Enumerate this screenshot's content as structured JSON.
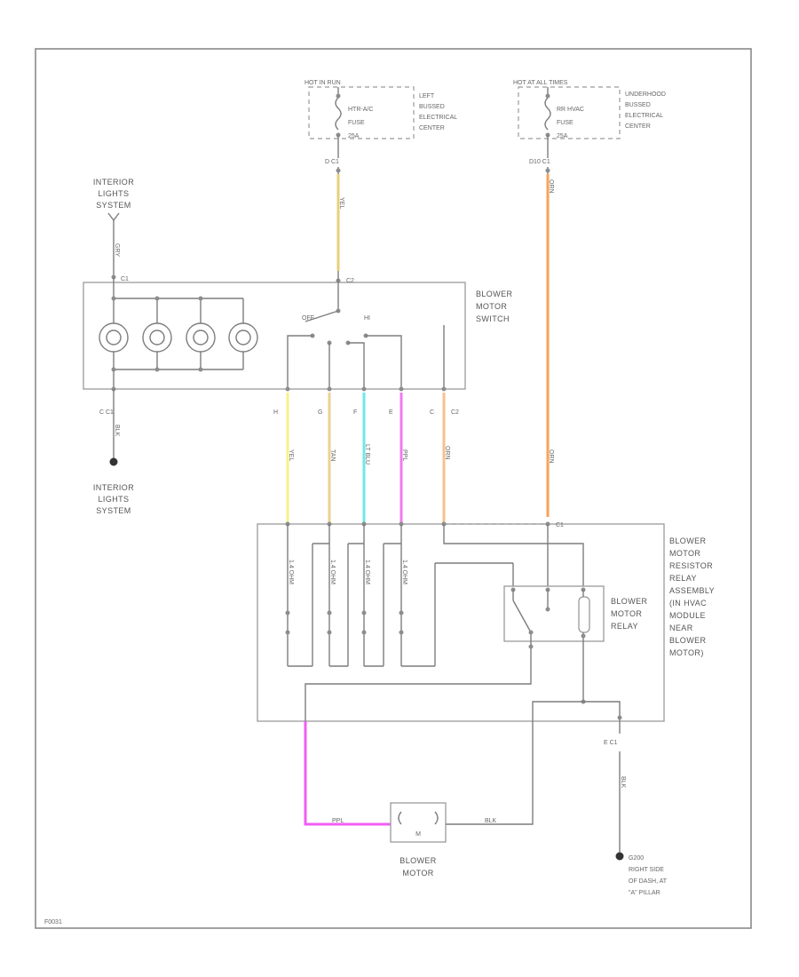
{
  "figure_id": "F0031",
  "fuses": {
    "left": {
      "header": "HOT IN RUN",
      "fuse_name": "HTR-A/C",
      "fuse_word": "FUSE",
      "rating": "25A",
      "panel_lines": [
        "LEFT",
        "BUSSED",
        "ELECTRICAL",
        "CENTER"
      ],
      "connector": "D  C1",
      "wire_label": "YEL",
      "wire_color": "#e8cf7c"
    },
    "right": {
      "header": "HOT AT ALL TIMES",
      "fuse_name": "RR HVAC",
      "fuse_word": "FUSE",
      "rating": "25A",
      "panel_lines": [
        "UNDERHOOD",
        "BUSSED",
        "ELECTRICAL",
        "CENTER"
      ],
      "connector": "D10  C1",
      "wire_label": "ORN",
      "wire_color": "#f8a256"
    }
  },
  "interior_top": {
    "lines": [
      "INTERIOR",
      "LIGHTS",
      "SYSTEM"
    ],
    "wire_label": "GRY",
    "pin": "C1"
  },
  "interior_bottom": {
    "lines": [
      "INTERIOR",
      "LIGHTS",
      "SYSTEM"
    ],
    "connector": "C  C1",
    "wire_label": "BLK"
  },
  "switch": {
    "lines": [
      "BLOWER",
      "MOTOR",
      "SWITCH"
    ],
    "pin_top": "C2",
    "off_label": "OFF",
    "hi_label": "HI",
    "connector": "C2"
  },
  "switch_wires": [
    {
      "pin": "H",
      "label": "YEL",
      "color": "#f7f28e"
    },
    {
      "pin": "G",
      "label": "TAN",
      "color": "#ecd193"
    },
    {
      "pin": "F",
      "label": "LT BLU",
      "color": "#6fe6ec"
    },
    {
      "pin": "E",
      "label": "PPL",
      "color": "#f07bf1"
    },
    {
      "pin": "C",
      "label": "ORN",
      "color": "#f8c08c"
    }
  ],
  "resistor_assembly": {
    "lines": [
      "BLOWER",
      "MOTOR",
      "RESISTOR",
      "RELAY",
      "ASSEMBLY",
      "(IN HVAC",
      "MODULE",
      "NEAR",
      "BLOWER",
      "MOTOR)"
    ],
    "connector": "C1",
    "resistor_label": "1.4 OHM"
  },
  "relay": {
    "lines": [
      "BLOWER",
      "MOTOR",
      "RELAY"
    ]
  },
  "motor": {
    "lines": [
      "BLOWER",
      "MOTOR"
    ],
    "symbol": "M",
    "left_wire_label": "PPL",
    "left_wire_color": "#f25cf4",
    "right_wire_label": "BLK"
  },
  "ground": {
    "connector": "E  C1",
    "wire_label": "BLK",
    "id": "G200",
    "lines": [
      "RIGHT SIDE",
      "OF DASH, AT",
      "\"A\" PILLAR"
    ]
  }
}
